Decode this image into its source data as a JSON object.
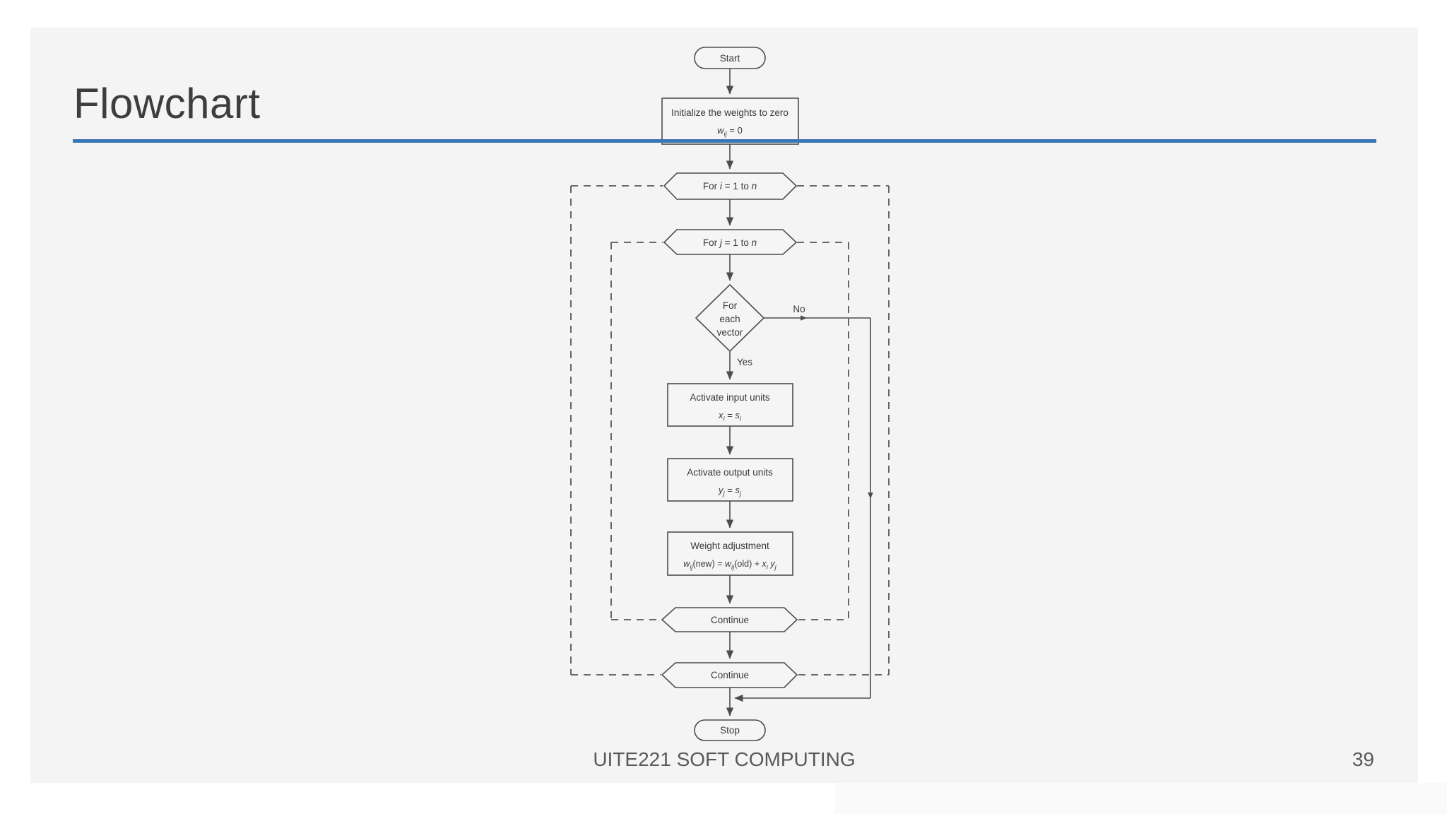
{
  "slide": {
    "title": "Flowchart",
    "footer": "UITE221 SOFT COMPUTING",
    "page_number": "39",
    "accent_color": "#3876b4"
  },
  "flowchart": {
    "start_label": "Start",
    "init_line1": "Initialize the weights to zero",
    "init_f": {
      "v": "w",
      "sub": "ij",
      "rest": " = 0"
    },
    "for_i": {
      "p1": "For ",
      "v1": "i",
      "p2": " = 1 to ",
      "v2": "n"
    },
    "for_j": {
      "p1": "For ",
      "v1": "j",
      "p2": " = 1 to ",
      "v2": "n"
    },
    "decision": {
      "l1": "For",
      "l2": "each",
      "l3": "vector"
    },
    "yes_label": "Yes",
    "no_label": "No",
    "input_title": "Activate input units",
    "input_f": {
      "v1": "x",
      "s1": "i",
      "eq": " = ",
      "v2": "s",
      "s2": "i"
    },
    "output_title": "Activate output units",
    "output_f": {
      "v1": "y",
      "s1": "j",
      "eq": " = ",
      "v2": "s",
      "s2": "j"
    },
    "weight_title": "Weight adjustment",
    "weight_f": {
      "w1": "w",
      "s1": "ij",
      "p1": "(new) = ",
      "w2": "w",
      "s2": "ij",
      "p2": "(old) + ",
      "x": "x",
      "sx": "i",
      "y": " y",
      "sy": "j"
    },
    "continue1_label": "Continue",
    "continue2_label": "Continue",
    "stop_label": "Stop"
  }
}
